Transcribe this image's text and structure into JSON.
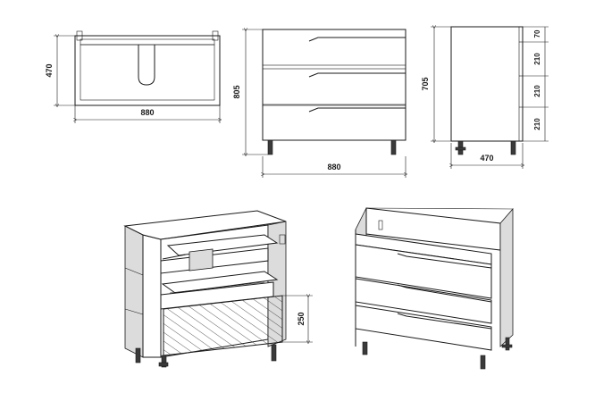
{
  "top_view": {
    "width_label": "880",
    "depth_label": "470"
  },
  "front_view": {
    "height_label": "805",
    "width_label": "880"
  },
  "side_view": {
    "height_label": "705",
    "depth_label": "470",
    "drawer_labels": [
      "70",
      "210",
      "210",
      "210"
    ]
  },
  "open_view": {
    "drawer_height_label": "250"
  },
  "colors": {
    "line": "#1a1a1a",
    "panel": "#dcdcdc",
    "background": "#ffffff"
  }
}
